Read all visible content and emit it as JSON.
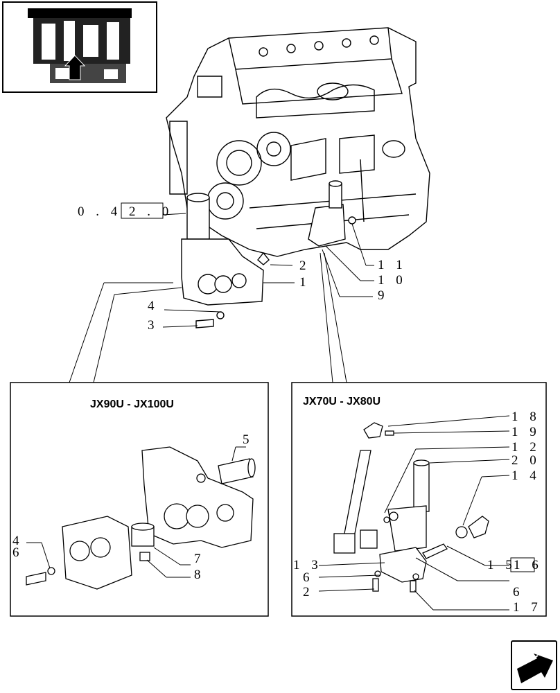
{
  "reference_label": "0.42.0",
  "reference_label_spaced": "0 . 4 2 . 0",
  "groups": {
    "left": {
      "title": "JX90U - JX100U"
    },
    "right": {
      "title": "JX70U - JX80U"
    }
  },
  "callouts": {
    "main": [
      "1",
      "2",
      "3",
      "4",
      "9",
      "10",
      "11"
    ],
    "left_box": [
      "4",
      "5",
      "6",
      "7",
      "8"
    ],
    "right_box": [
      "2",
      "6",
      "6",
      "12",
      "13",
      "14",
      "15",
      "16",
      "17",
      "18",
      "19",
      "20"
    ]
  },
  "labels": {
    "c1": "1",
    "c2": "2",
    "c3": "3",
    "c4": "4",
    "c9": "9",
    "c10": "1 0",
    "c11": "1 1",
    "l4": "4",
    "l6": "6",
    "l5": "5",
    "l7": "7",
    "l8": "8",
    "r18": "1 8",
    "r19": "1 9",
    "r12": "1 2",
    "r20": "2 0",
    "r14": "1 4",
    "r13": "1 3",
    "r6a": "6",
    "r2": "2",
    "r6b": "6",
    "r17": "1 7",
    "r15": "1 5",
    "r16": "1 6"
  },
  "icons": [
    "engine-thumbnail-icon",
    "arrow-right-icon"
  ]
}
